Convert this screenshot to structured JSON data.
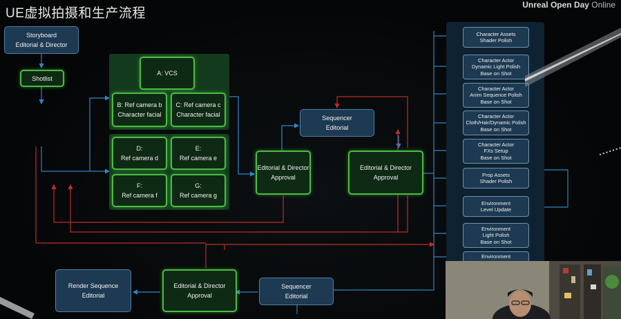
{
  "header": {
    "title": "UE虚拟拍摄和生产流程",
    "brand_bold": "Unreal Open Day",
    "brand_light": " Online"
  },
  "nodes": {
    "storyboard": [
      "Storyboard",
      "Editorial & Director"
    ],
    "shotlist": [
      "Shotlist"
    ],
    "vcs": [
      "A: VCS"
    ],
    "ref_b": [
      "B: Ref camera b",
      "Character facial"
    ],
    "ref_c": [
      "C: Ref camera c",
      "Character facial"
    ],
    "ref_d": [
      "D:",
      "Ref camera d"
    ],
    "ref_e": [
      "E:",
      "Ref camera e"
    ],
    "ref_f": [
      "F:",
      "Ref camera f"
    ],
    "ref_g": [
      "G:",
      "Ref camera g"
    ],
    "sequencer_top": [
      "Sequencer",
      "Editorial"
    ],
    "approval_1": [
      "Editorial & Director",
      "Approval"
    ],
    "approval_2": [
      "Editorial & Director",
      "Approval"
    ],
    "render_sequence": [
      "Render Sequence",
      "Editorial"
    ],
    "approval_bottom": [
      "Editorial & Director",
      "Approval"
    ],
    "sequencer_bottom": [
      "Sequencer",
      "Editorial"
    ]
  },
  "asset_tasks": [
    [
      "Character Assets",
      "Shader Polish"
    ],
    [
      "Character Actor",
      "Dynamic Light Polish",
      "Base on Shot"
    ],
    [
      "Character Actor",
      "Anim Sequence Polish",
      "Base on Shot"
    ],
    [
      "Character Actor",
      "Cloth/Hair/Dynamic Polish",
      "Base on Shot"
    ],
    [
      "Character Actor",
      "FXs Setup",
      "Base on Shot"
    ],
    [
      "Prop Assets",
      "Shader Polish"
    ],
    [
      "Environment",
      "Level Update"
    ],
    [
      "Environment",
      "Light Polish",
      "Base on Shot"
    ],
    [
      "Environment"
    ]
  ],
  "colors": {
    "blue_line": "#2f86c6",
    "red_line": "#b8302a",
    "green_glow": "#4bbd43",
    "blue_node": "#1d3a52"
  }
}
